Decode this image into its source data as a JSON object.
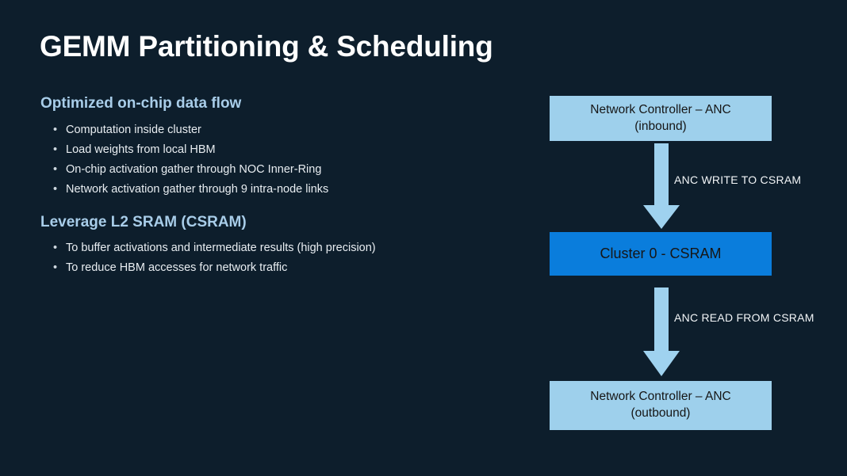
{
  "slide": {
    "title": "GEMM Partitioning & Scheduling",
    "background_color": "#0d1e2c",
    "heading_color": "#a8cde9",
    "body_text_color": "#e8edf1"
  },
  "sections": [
    {
      "heading": "Optimized on-chip data flow",
      "bullets": [
        "Computation inside cluster",
        "Load weights from local HBM",
        "On-chip activation gather through NOC Inner-Ring",
        "Network activation gather through 9 intra-node links"
      ]
    },
    {
      "heading": "Leverage L2 SRAM (CSRAM)",
      "bullets": [
        "To buffer activations and intermediate results (high precision)",
        "To reduce HBM accesses for network traffic"
      ]
    }
  ],
  "bullet_glyph": "•",
  "diagram": {
    "nodes": [
      {
        "id": "anc-inbound",
        "line1": "Network Controller – ANC",
        "line2": "(inbound)",
        "fill": "#9ed0ec",
        "text_color": "#161616"
      },
      {
        "id": "cluster0-csram",
        "line1": "Cluster 0 - CSRAM",
        "line2": "",
        "fill": "#0a7ddc",
        "text_color": "#0b0b0b"
      },
      {
        "id": "anc-outbound",
        "line1": "Network Controller – ANC",
        "line2": "(outbound)",
        "fill": "#9ed0ec",
        "text_color": "#161616"
      }
    ],
    "arrows": [
      {
        "id": "write-arrow",
        "label": "ANC WRITE TO CSRAM",
        "direction": "down",
        "color": "#9fd2ef",
        "from": "anc-inbound",
        "to": "cluster0-csram"
      },
      {
        "id": "read-arrow",
        "label": "ANC READ FROM CSRAM",
        "direction": "down",
        "color": "#9fd2ef",
        "from": "cluster0-csram",
        "to": "anc-outbound"
      }
    ]
  }
}
